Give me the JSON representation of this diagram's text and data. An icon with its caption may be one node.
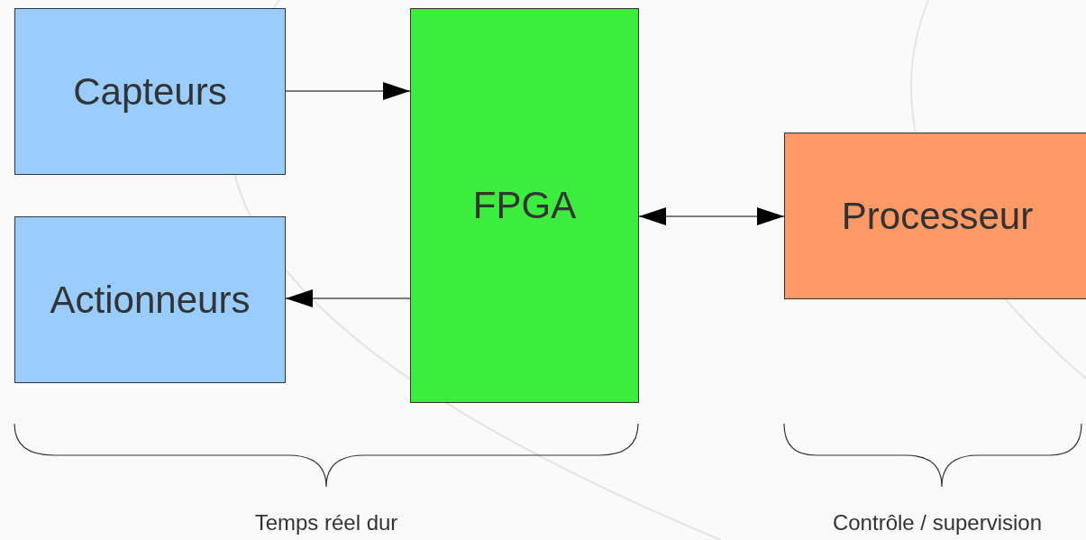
{
  "diagram": {
    "nodes": [
      {
        "text": [
          "Capteurs"
        ]
      },
      {
        "text": [
          "Actionneurs"
        ]
      },
      {
        "text": [
          "FPGA"
        ]
      },
      {
        "text": [
          "Processeur"
        ]
      }
    ],
    "edges": [
      {
        "from": 0,
        "to": 2,
        "arrow": "to"
      },
      {
        "from": 2,
        "to": 1,
        "arrow": "to"
      },
      {
        "from": 2,
        "to": 3,
        "arrow": "both"
      }
    ],
    "labels": [
      "Temps réel dur",
      "Contrôle / supervision"
    ]
  }
}
